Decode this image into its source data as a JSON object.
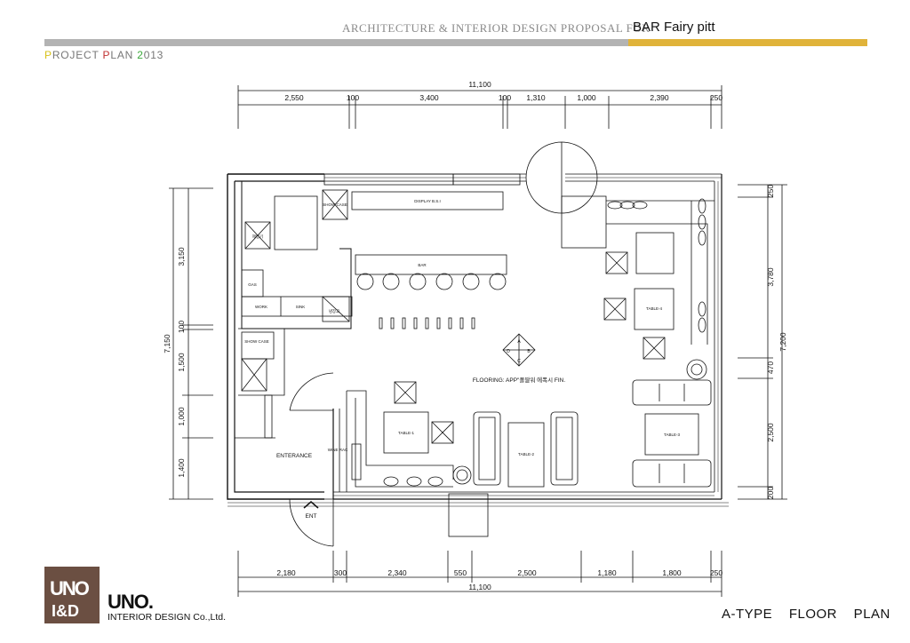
{
  "header": {
    "title": "ARCHITECTURE & INTERIOR DESIGN PROPOSAL FOR",
    "venue": "BAR Fairy pitt",
    "project_p": "P",
    "project_roject": "ROJECT ",
    "project_pl": "P",
    "project_lan": "LAN ",
    "project_2": "2",
    "project_013": "013"
  },
  "dimensions": {
    "top_total": "11,100",
    "top_segments": [
      "2,550",
      "100",
      "3,400",
      "100",
      "1,310",
      "1,000",
      "2,390",
      "250"
    ],
    "bottom_total": "11,100",
    "bottom_segments": [
      "2,180",
      "300",
      "2,340",
      "550",
      "2,500",
      "1,180",
      "1,800",
      "250"
    ],
    "left_total": "7,150",
    "left_segments": [
      "3,150",
      "100",
      "1,500",
      "1,000",
      "1,400"
    ],
    "right_total": "7,200",
    "right_segments": [
      "250",
      "3,780",
      "470",
      "2,500",
      "200"
    ]
  },
  "labels": {
    "display": "DISPLAY B.S.I",
    "show_case_top": "SHOW CASE",
    "show_case_left": "SHOW CASE",
    "bar": "BAR",
    "gas": "GAS",
    "work": "WORK",
    "sink": "SINK",
    "fridge": "냉장고",
    "ice": "제빙기",
    "flooring": "FLOORING: APP\"폴딸워 에폭시 FIN.",
    "table1": "TABLE-1",
    "table2": "TABLE-2",
    "table3": "TABLE-3",
    "table4": "TABLE-4",
    "wine_rack": "WINE RAC",
    "entrance": "ENTERANCE",
    "ent": "ENT",
    "compass_a": "A",
    "compass_b": "B",
    "compass_c": "C",
    "compass_d": "D"
  },
  "footer": {
    "logo_box_text": "UNO I&D",
    "company_name": "UNO.",
    "company_sub": "INTERIOR DESIGN Co.,Ltd.",
    "drawing_type": "A-TYPE FLOOR PLAN"
  },
  "colors": {
    "header_gray": "#b3b3b3",
    "header_gold": "#e0b33a",
    "logo_brown": "#6b4f42"
  }
}
